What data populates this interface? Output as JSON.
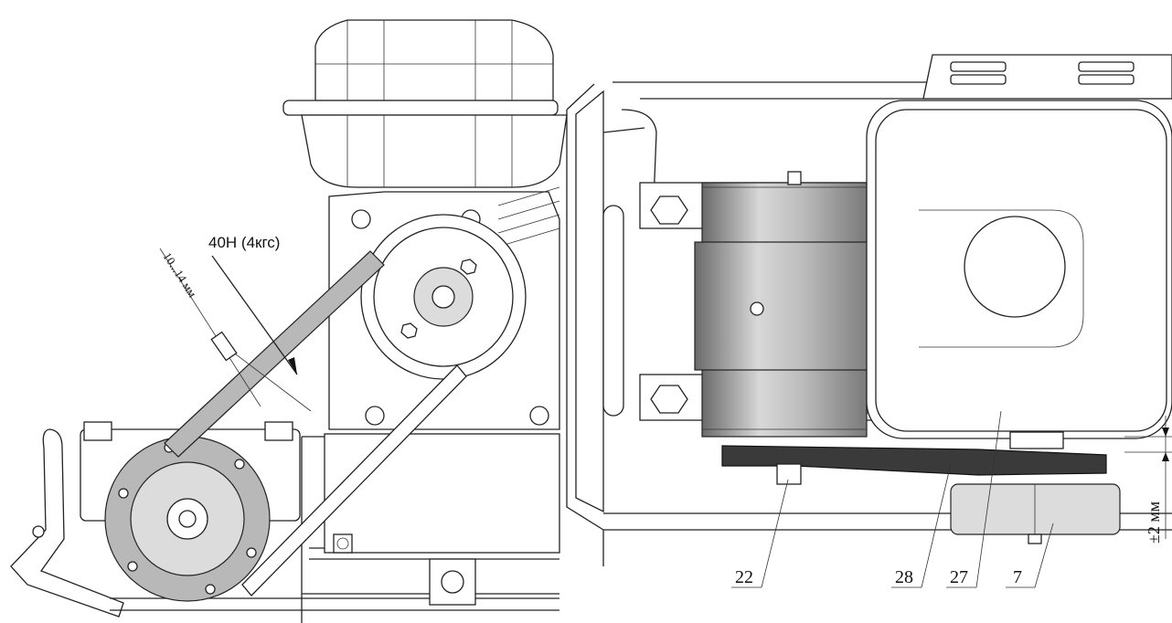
{
  "left_view": {
    "force_label": "40Н (4кгс)",
    "deflection_label": "10...14 мм"
  },
  "right_view": {
    "tolerance_label": "±2 мм",
    "callouts": [
      {
        "id": "callout-22",
        "text": "22"
      },
      {
        "id": "callout-28",
        "text": "28"
      },
      {
        "id": "callout-27",
        "text": "27"
      },
      {
        "id": "callout-7",
        "text": "7"
      }
    ]
  }
}
